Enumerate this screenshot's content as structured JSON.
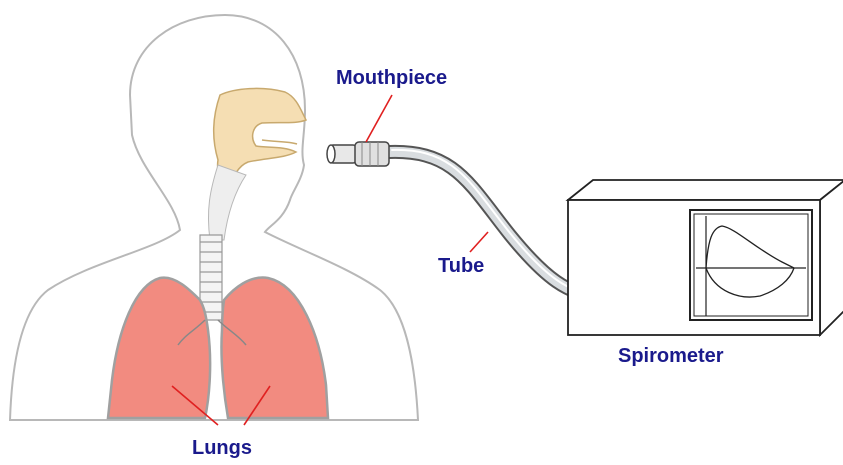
{
  "labels": {
    "mouthpiece": "Mouthpiece",
    "tube": "Tube",
    "lungs": "Lungs",
    "spirometer": "Spirometer"
  },
  "colors": {
    "label_text": "#1a1a8c",
    "pointer_line": "#e02020",
    "lung_fill": "#f28b80",
    "nasal_fill": "#f5deb3",
    "outline": "#b0b0b0",
    "machine_outline": "#222222"
  },
  "icons": {
    "head": "human-head-silhouette",
    "lungs": "lungs-icon",
    "trachea": "trachea-icon",
    "mouthpiece": "mouthpiece-icon",
    "tube": "hose-icon",
    "spirometer": "spirometer-device-icon",
    "graph": "flow-volume-curve-icon"
  }
}
